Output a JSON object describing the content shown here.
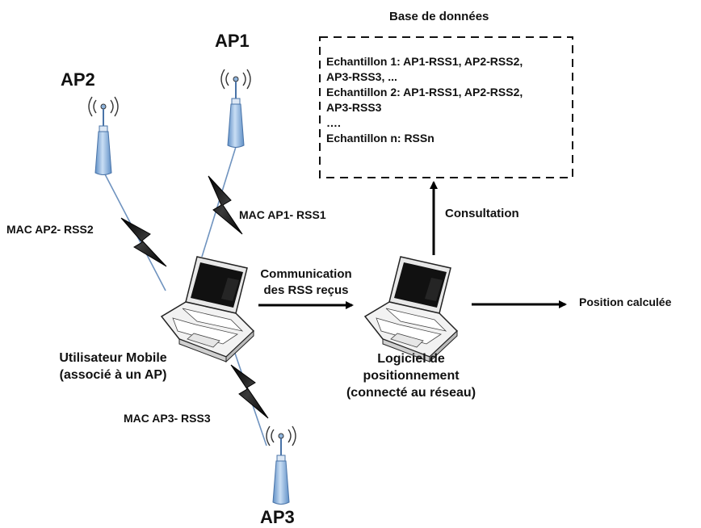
{
  "access_points": {
    "ap1": "AP1",
    "ap2": "AP2",
    "ap3": "AP3"
  },
  "links": {
    "ap1": "MAC AP1- RSS1",
    "ap2": "MAC AP2- RSS2",
    "ap3": "MAC AP3- RSS3"
  },
  "mobile_user": {
    "line1": "Utilisateur Mobile",
    "line2": "(associé à un AP)"
  },
  "communication": {
    "line1": "Communication",
    "line2": "des RSS reçus"
  },
  "software": {
    "line1": "Logiciel de",
    "line2": "positionnement",
    "line3": "(connecté au réseau)"
  },
  "consultation": "Consultation",
  "position": "Position calculée",
  "database": {
    "title": "Base de données",
    "lines": [
      "Echantillon 1: AP1-RSS1, AP2-RSS2,",
      "AP3-RSS3, ...",
      "Echantillon 2: AP1-RSS1, AP2-RSS2,",
      "AP3-RSS3",
      "….",
      "Echantillon n: RSSn"
    ]
  },
  "colors": {
    "antenna_fill": "#8fb4dc",
    "antenna_stroke": "#4a74a8",
    "link_line": "#6f93bf",
    "laptop_body": "#f2f2f2",
    "laptop_screen": "#111111"
  }
}
